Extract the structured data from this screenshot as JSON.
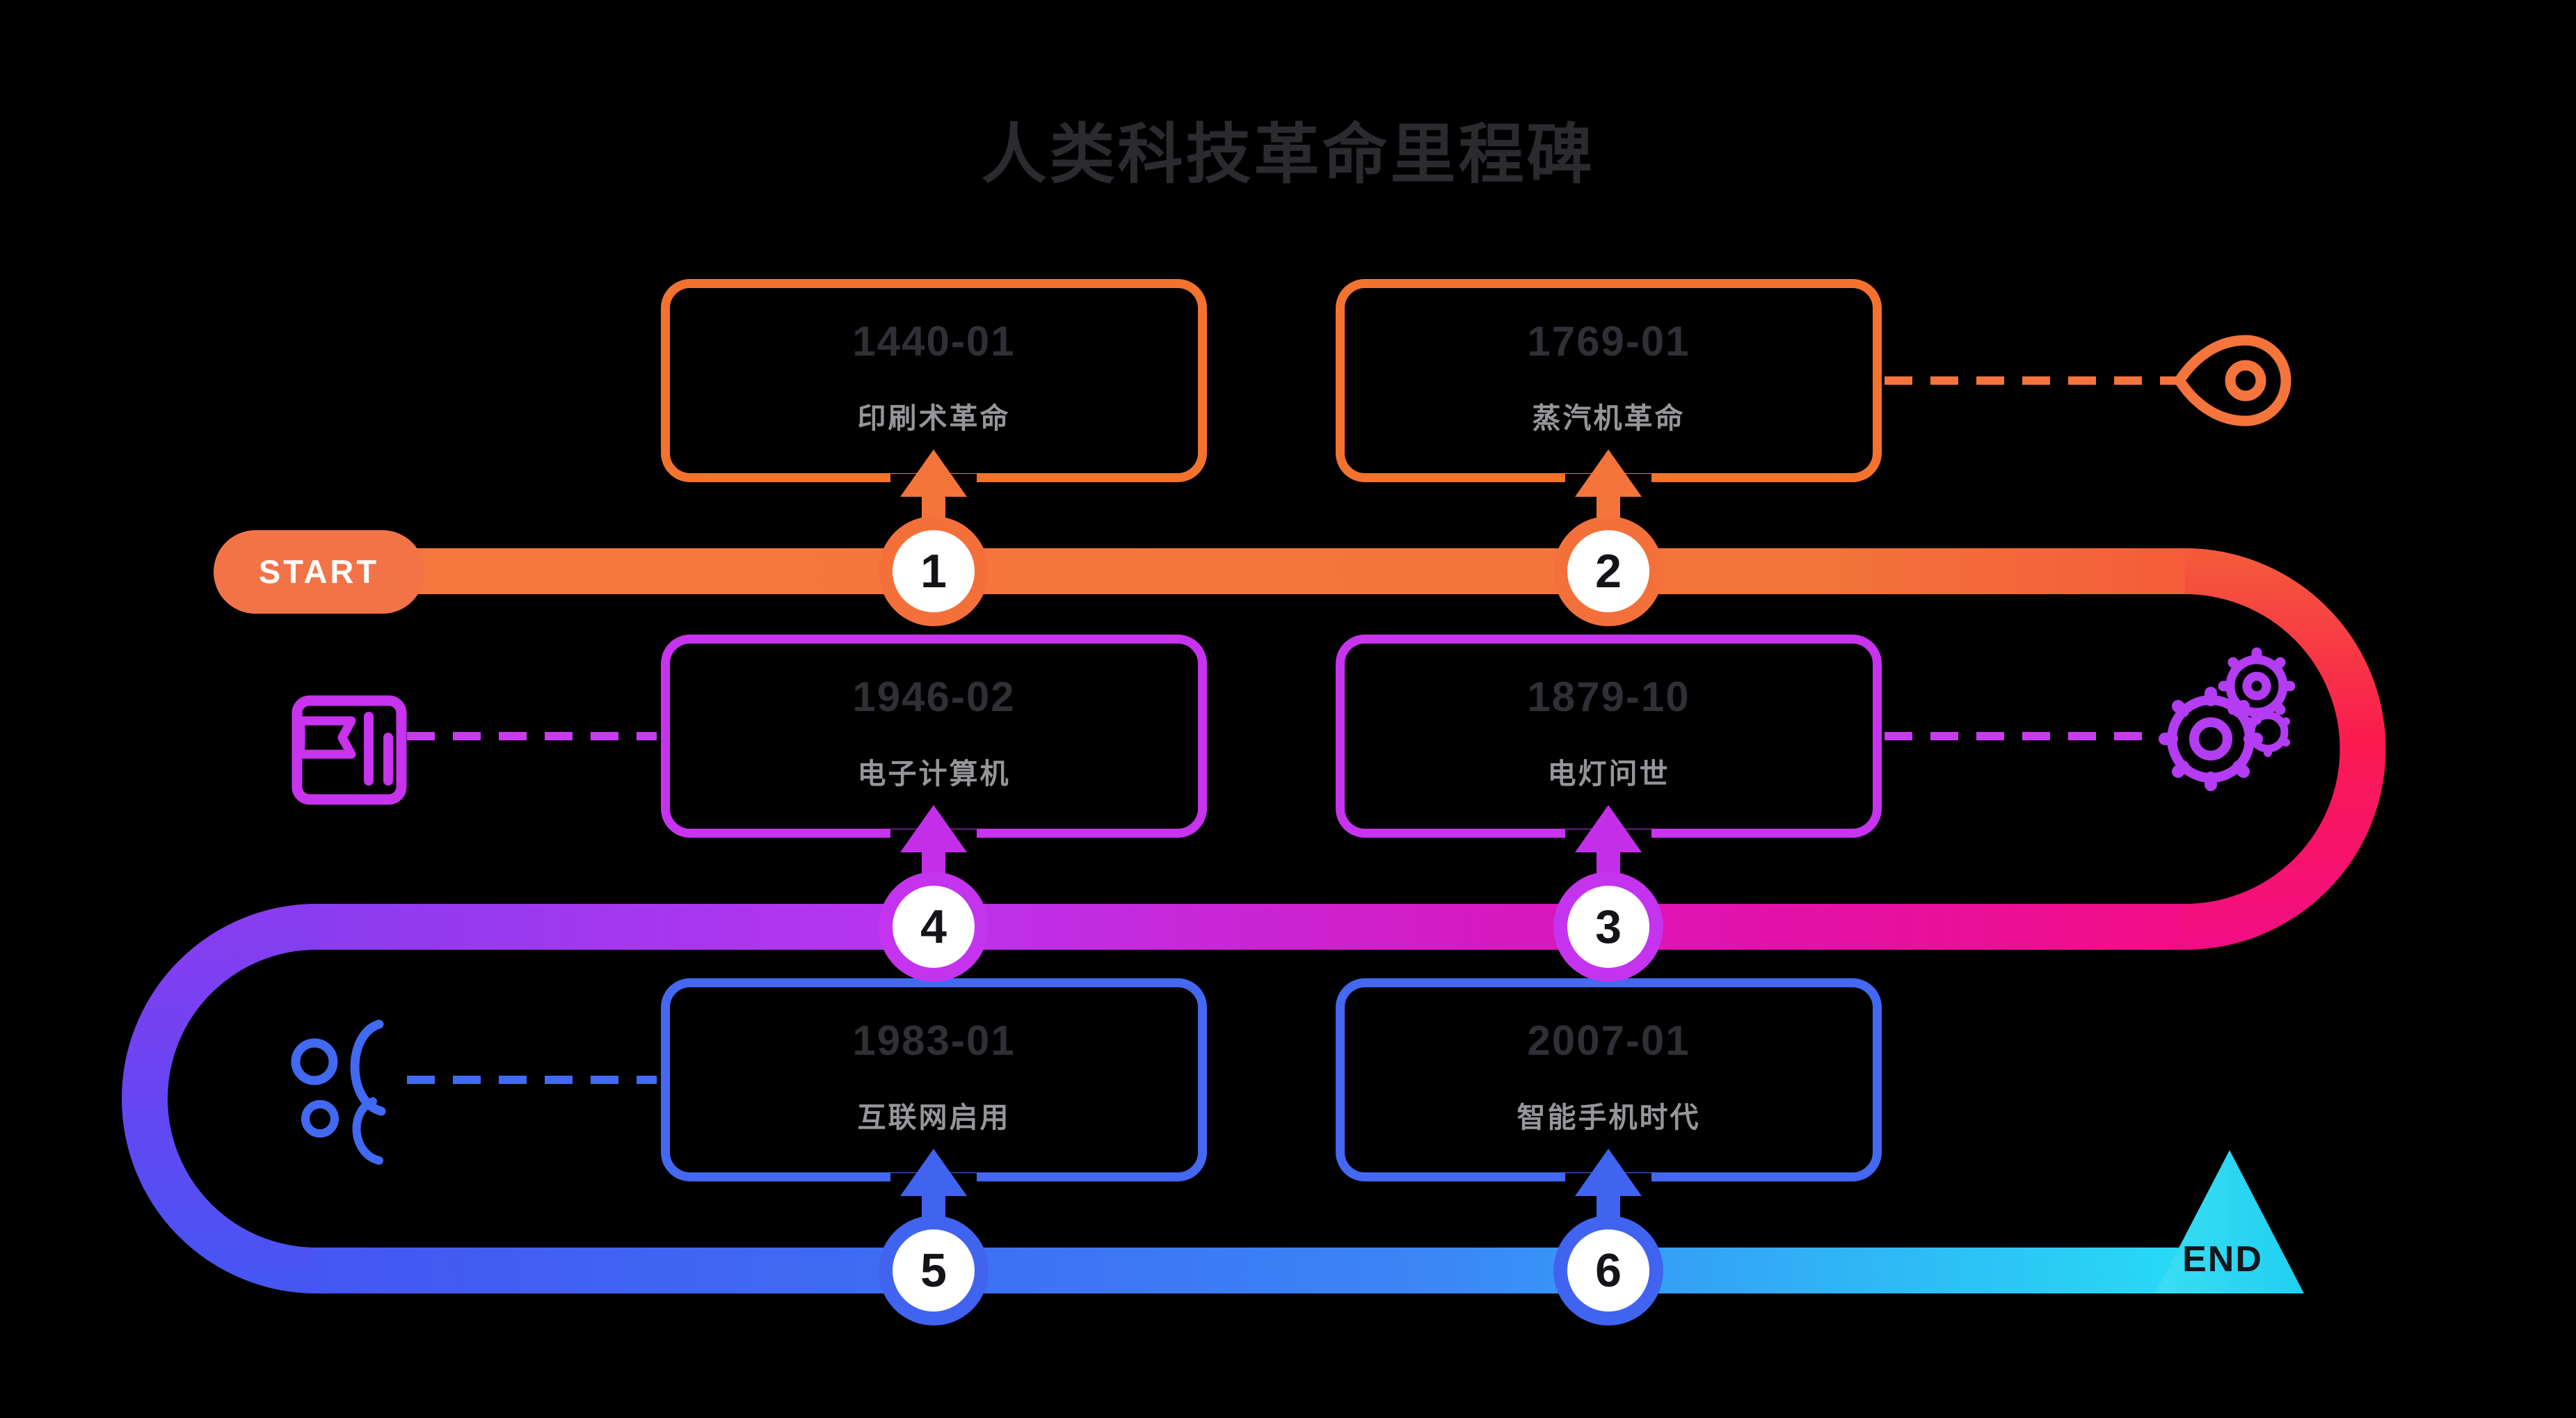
{
  "title": "人类科技革命里程碑",
  "start_label": "START",
  "end_label": "END",
  "milestones": [
    {
      "number": "1",
      "date": "1440-01",
      "label": "印刷术革命"
    },
    {
      "number": "2",
      "date": "1769-01",
      "label": "蒸汽机革命"
    },
    {
      "number": "3",
      "date": "1879-10",
      "label": "电灯问世"
    },
    {
      "number": "4",
      "date": "1946-02",
      "label": "电子计算机"
    },
    {
      "number": "5",
      "date": "1983-01",
      "label": "互联网启用"
    },
    {
      "number": "6",
      "date": "2007-01",
      "label": "智能手机时代"
    }
  ],
  "icons": {
    "row1_right": "location-pin-icon",
    "row2_right": "gears-icon",
    "row2_left": "certificate-flag-icon",
    "row3_left": "users-icon",
    "end_marker": "triangle-flag"
  },
  "colors": {
    "background": "#000000",
    "orange": "#F4743C",
    "crimson": "#FA1A4F",
    "pink": "#F20D85",
    "magenta": "#C733EE",
    "violet": "#B43CF2",
    "purple": "#8B3CF0",
    "blue": "#4468F2",
    "cyan": "#27DAF5",
    "title_text": "#2a2a2f",
    "date_text": "#2f2f35",
    "label_text": "#96969a"
  }
}
